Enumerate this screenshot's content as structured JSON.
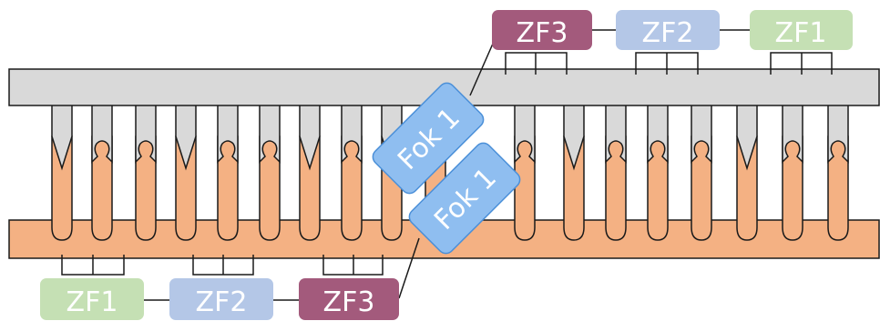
{
  "labels": {
    "top_zf3": "ZF3",
    "top_zf2": "ZF2",
    "top_zf1": "ZF1",
    "bottom_zf1": "ZF1",
    "bottom_zf2": "ZF2",
    "bottom_zf3": "ZF3",
    "fok_upper": "Fok 1",
    "fok_lower": "Fok 1"
  },
  "colors": {
    "top_strand": "#d9d9d9",
    "bottom_strand": "#f4b183",
    "zf1": "#c5e0b4",
    "zf2": "#b4c7e7",
    "zf3": "#a35a7c",
    "fok1": "#8fbef0",
    "fok1_border": "#4a8fd8",
    "outline": "#1a1a1a"
  },
  "icons": {
    "top_strand": "dna-strand-top",
    "bottom_strand": "dna-strand-bottom",
    "base_pair": "base-pair",
    "nuclease": "fok1-nuclease-domain"
  }
}
